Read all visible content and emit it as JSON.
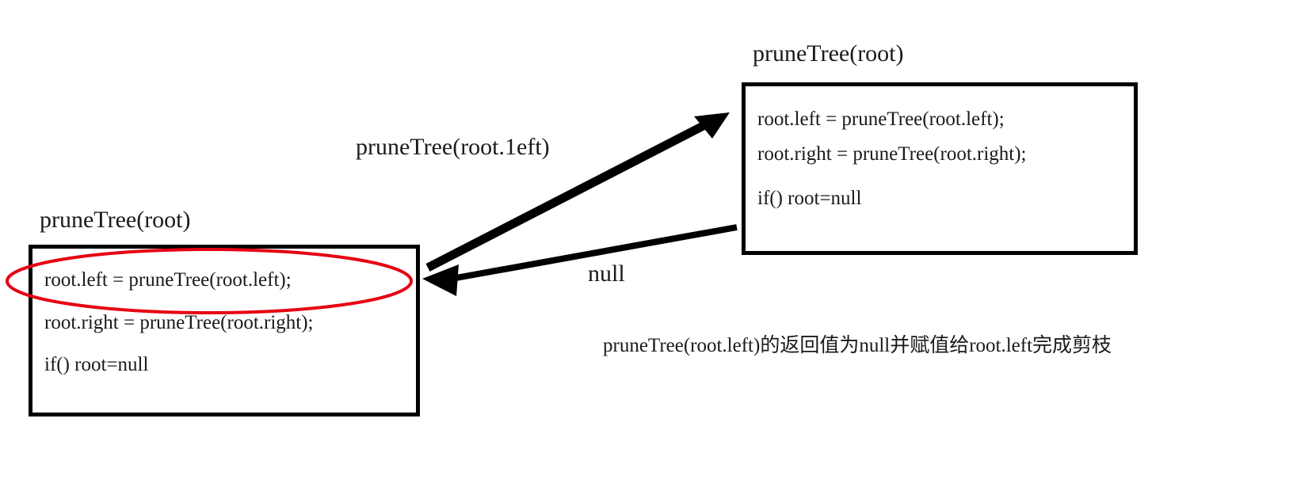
{
  "diagram": {
    "type": "recursion-call-flow",
    "background_color": "#ffffff",
    "stroke_color": "#000000",
    "highlight_color": "#e60012",
    "text_color": "#1a1a1a"
  },
  "nodes": {
    "callee_box": {
      "title": "pruneTree(root)",
      "lines": [
        "root.left = pruneTree(root.left);",
        "root.right = pruneTree(root.right);",
        "if() root=null"
      ]
    },
    "caller_box": {
      "title": "pruneTree(root)",
      "lines": [
        "root.left = pruneTree(root.left);",
        "root.right = pruneTree(root.right);",
        "if() root=null"
      ],
      "highlighted_line_index": 0,
      "highlight_shape": "ellipse"
    }
  },
  "edges": [
    {
      "id": "call-edge",
      "label": "pruneTree(root.1eft)",
      "direction": "caller-to-callee"
    },
    {
      "id": "return-edge",
      "label": "null",
      "direction": "callee-to-caller"
    }
  ],
  "caption": {
    "text": "pruneTree(root.left)的返回值为null并赋值给root.left完成剪枝"
  }
}
